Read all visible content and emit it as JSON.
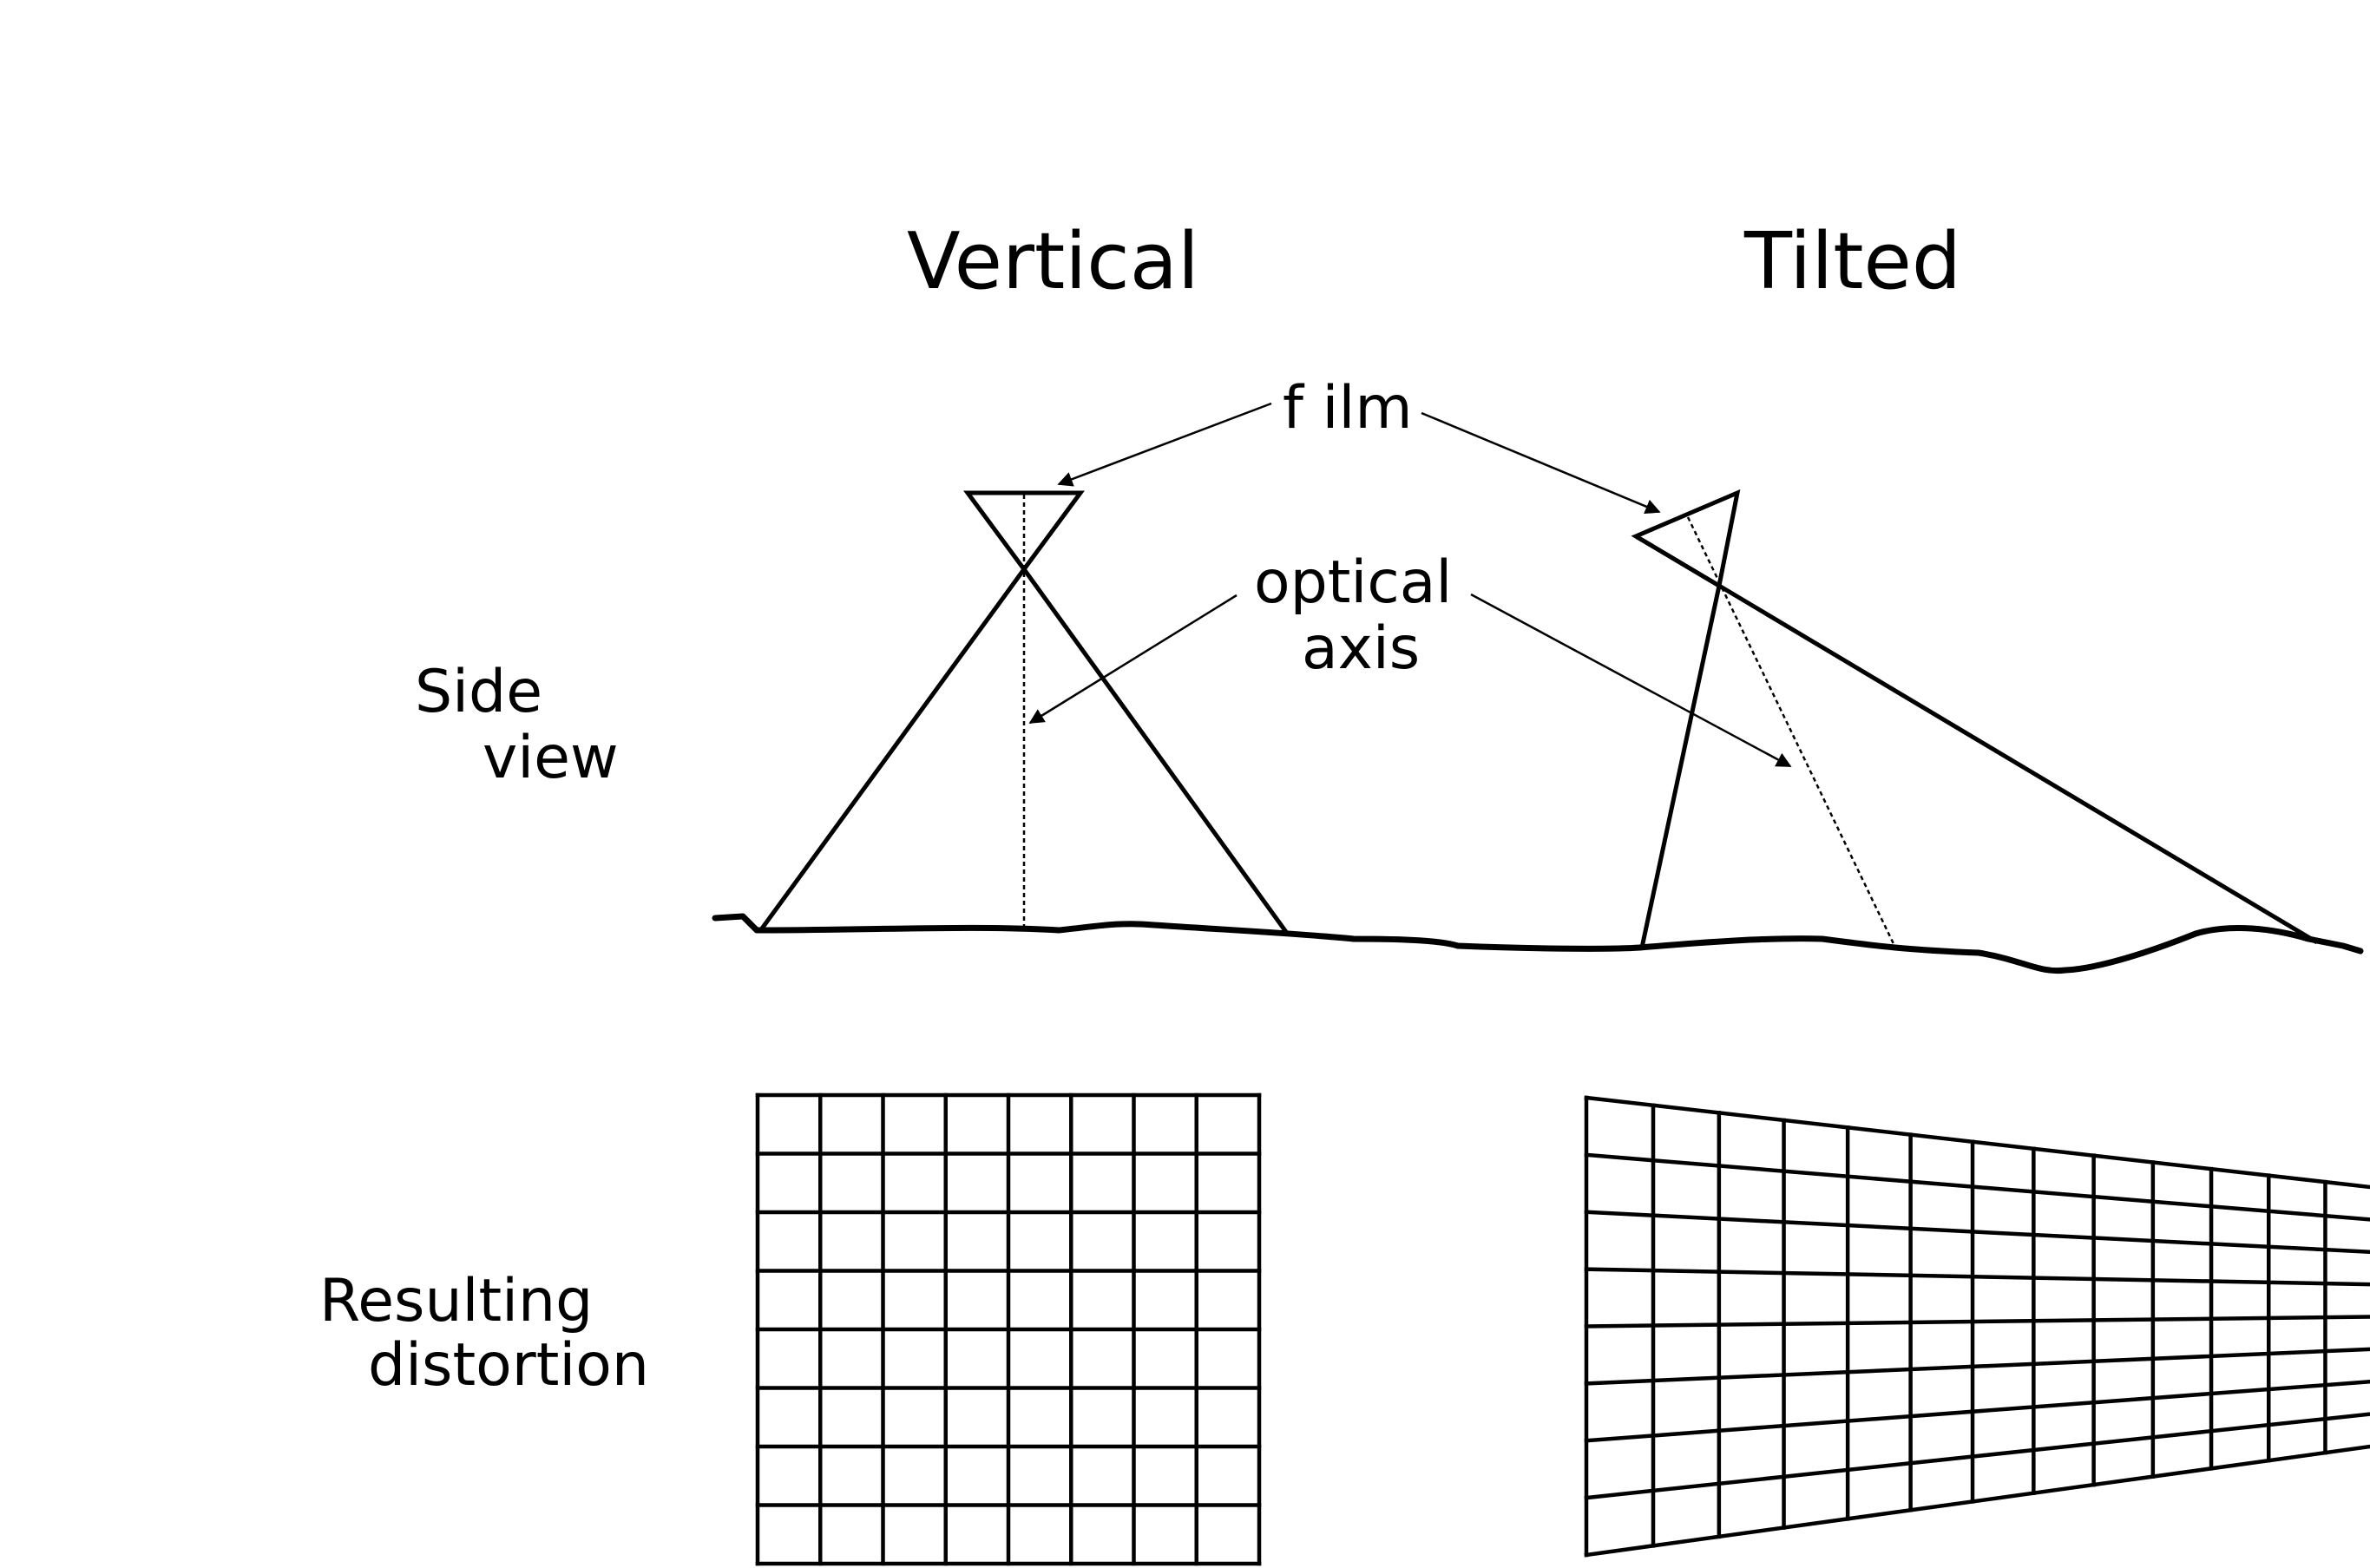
{
  "headings": {
    "vertical": "Vertical",
    "tilted": "Tilted"
  },
  "row_labels": {
    "side_view": [
      "Side",
      "view"
    ],
    "distortion": [
      "Resulting",
      "distortion"
    ]
  },
  "callouts": {
    "film": "f ilm",
    "optical_axis": [
      "optical",
      "axis"
    ]
  },
  "grids": {
    "vertical": {
      "columns": 8,
      "rows": 8
    },
    "tilted": {
      "columns": 12,
      "rows": 8
    }
  },
  "colors": {
    "ink": "#000000",
    "background": "#ffffff"
  }
}
